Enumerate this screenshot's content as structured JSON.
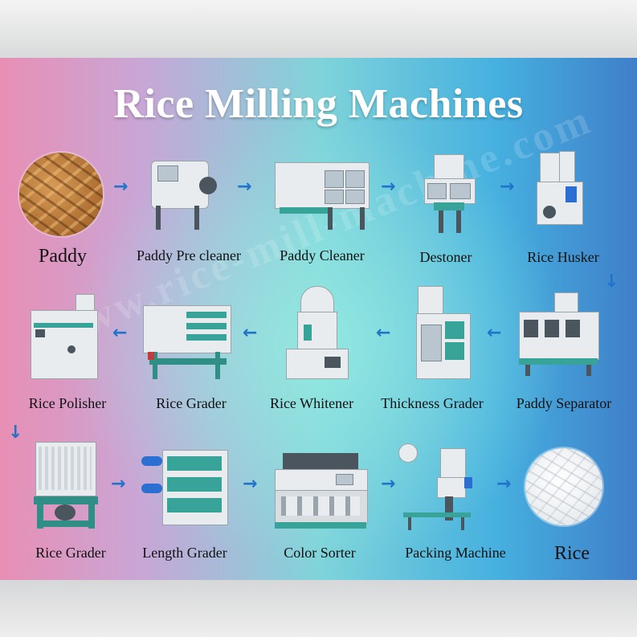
{
  "title": "Rice Milling Machines",
  "watermark": "www.rice-mill-machine.com",
  "colors": {
    "arrow": "#1d74c9",
    "title": "#ffffff",
    "label": "#111111"
  },
  "rows": [
    {
      "direction": "left-to-right",
      "items": [
        {
          "label": "Paddy",
          "icon": "paddy-grains"
        },
        {
          "label": "Paddy Pre cleaner",
          "icon": "drum-cleaner"
        },
        {
          "label": "Paddy Cleaner",
          "icon": "vibrating-cleaner"
        },
        {
          "label": "Destoner",
          "icon": "destoner-machine"
        },
        {
          "label": "Rice Husker",
          "icon": "husker-machine"
        }
      ]
    },
    {
      "direction": "right-to-left",
      "items": [
        {
          "label": "Rice Polisher",
          "icon": "polisher-machine"
        },
        {
          "label": "Rice Grader",
          "icon": "grader-machine"
        },
        {
          "label": "Rice Whitener",
          "icon": "whitener-machine"
        },
        {
          "label": "Thickness Grader",
          "icon": "thickness-grader"
        },
        {
          "label": "Paddy Separator",
          "icon": "separator-machine"
        }
      ]
    },
    {
      "direction": "left-to-right",
      "items": [
        {
          "label": "Rice Grader",
          "icon": "grader-tower"
        },
        {
          "label": "Length Grader",
          "icon": "length-grader"
        },
        {
          "label": "Color Sorter",
          "icon": "color-sorter"
        },
        {
          "label": "Packing Machine",
          "icon": "packing-machine"
        },
        {
          "label": "Rice",
          "icon": "white-rice"
        }
      ]
    }
  ]
}
